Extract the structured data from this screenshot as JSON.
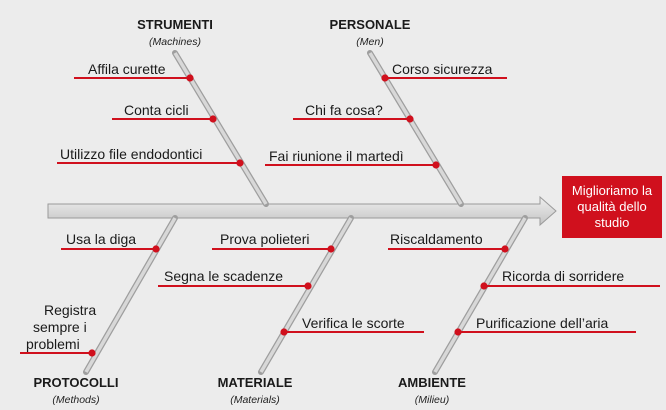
{
  "effect": "Miglioriamo la qualità dello studio",
  "categories": {
    "strumenti": {
      "title": "STRUMENTI",
      "subtitle": "(Machines)"
    },
    "personale": {
      "title": "PERSONALE",
      "subtitle": "(Men)"
    },
    "protocolli": {
      "title": "PROTOCOLLI",
      "subtitle": "(Methods)"
    },
    "materiale": {
      "title": "MATERIALE",
      "subtitle": "(Materials)"
    },
    "ambiente": {
      "title": "AMBIENTE",
      "subtitle": "(Milieu)"
    }
  },
  "causes": {
    "strumenti": [
      "Affila curette",
      "Conta cicli",
      "Utilizzo file endodontici"
    ],
    "personale": [
      "Corso sicurezza",
      "Chi fa cosa?",
      "Fai riunione il martedì"
    ],
    "protocolli": [
      "Usa la diga",
      "Registra",
      "sempre i",
      "problemi"
    ],
    "materiale": [
      "Prova polieteri",
      "Segna le scadenze",
      "Verifica le scorte"
    ],
    "ambiente": [
      "Riscaldamento",
      "Ricorda di sorridere",
      "Purificazione dell’aria"
    ]
  },
  "colors": {
    "accent": "#d0101d",
    "spine": "#d4d4d4",
    "background": "#ececec"
  }
}
